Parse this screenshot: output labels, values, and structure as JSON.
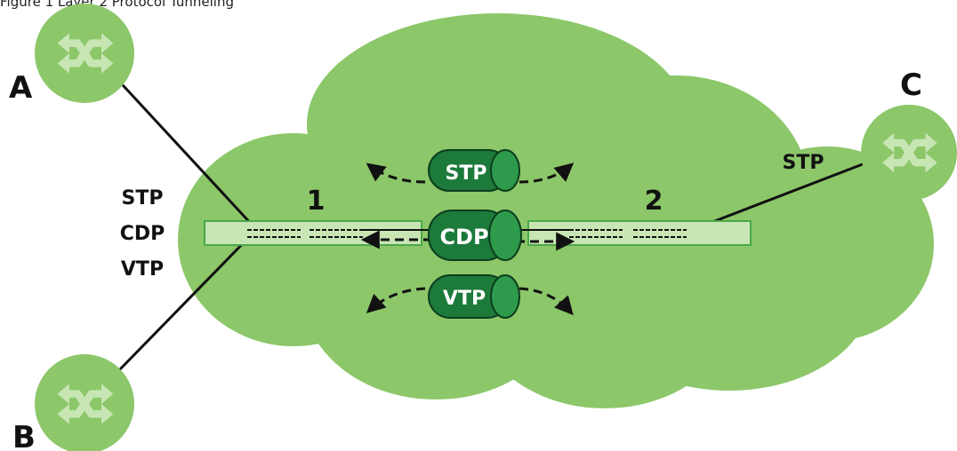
{
  "caption": "Figure 1  Layer 2 Protocol Tunneling",
  "colors": {
    "cloud": "#8cc76a",
    "node": "#8cc76a",
    "node_icon": "#c8e6b4",
    "port_strip": "#c8e6b4",
    "port_border": "#4aa84a",
    "tunnel": "#1c7a3a",
    "tunnel_end": "#2e9a4c",
    "line": "#111111"
  },
  "nodes": {
    "a": {
      "label": "A",
      "icon": "switch-icon"
    },
    "b": {
      "label": "B",
      "icon": "switch-icon"
    },
    "c": {
      "label": "C",
      "icon": "switch-icon"
    }
  },
  "left_protocols": [
    "STP",
    "CDP",
    "VTP"
  ],
  "right_protocol": "STP",
  "ports": {
    "p1": "1",
    "p2": "2"
  },
  "tunnels": [
    {
      "label": "STP"
    },
    {
      "label": "CDP"
    },
    {
      "label": "VTP"
    }
  ]
}
